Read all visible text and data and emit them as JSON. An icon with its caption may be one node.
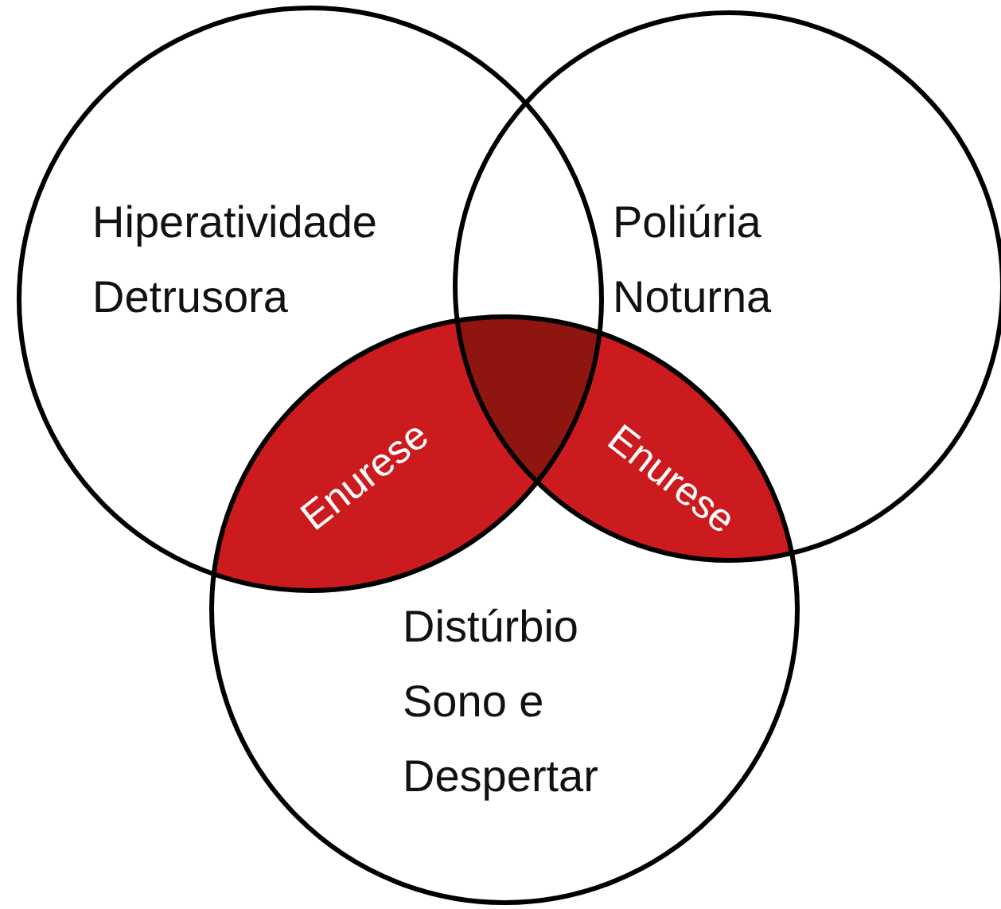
{
  "diagram": {
    "nodes": [
      {
        "text": [
          "Hiperatividade Detrusora"
        ]
      },
      {
        "text": [
          "Poliúria Noturna"
        ]
      },
      {
        "text": [
          "Distúrbio Sono e Despertar"
        ]
      },
      {
        "text": [
          "Enurese"
        ]
      },
      {
        "text": [
          "Enurese"
        ]
      },
      {
        "text": [],
        "shape": "triangle"
      }
    ]
  }
}
